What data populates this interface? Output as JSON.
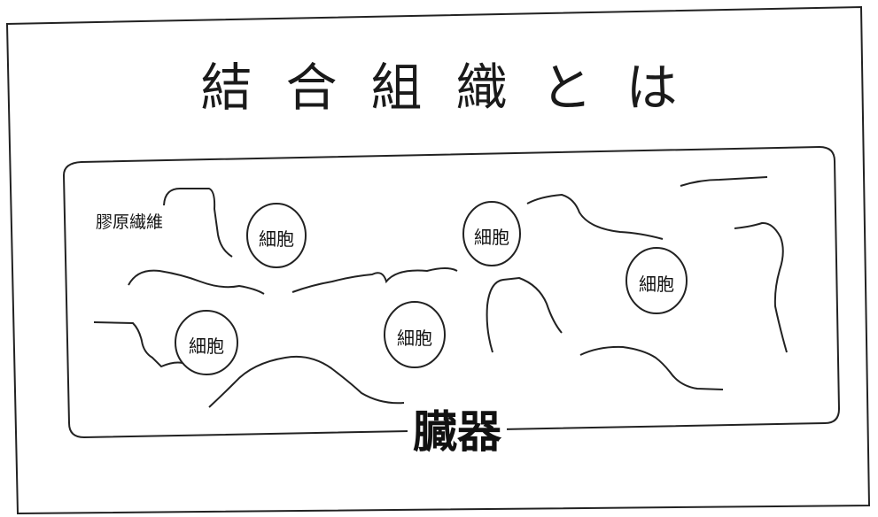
{
  "diagram": {
    "title": "結合組織とは",
    "organ_label": "臓器",
    "fiber_label": "膠原繊維",
    "cells": [
      {
        "label": "細胞"
      },
      {
        "label": "細胞"
      },
      {
        "label": "細胞"
      },
      {
        "label": "細胞"
      },
      {
        "label": "細胞"
      }
    ]
  },
  "colors": {
    "ink": "#111111",
    "paper": "#ffffff"
  }
}
